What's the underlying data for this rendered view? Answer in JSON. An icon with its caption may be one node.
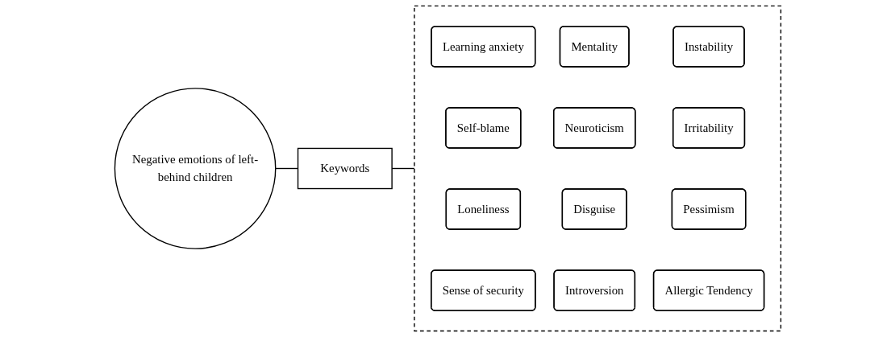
{
  "diagram": {
    "nodes": [
      {
        "text": [
          "Negative emotions of left-behind children"
        ]
      },
      {
        "text": [
          "Keywords"
        ]
      },
      {
        "text": [],
        "shape": "box"
      },
      {
        "text": [
          "Learning anxiety"
        ],
        "in": 2
      },
      {
        "text": [
          "Self-blame"
        ],
        "in": 2
      },
      {
        "text": [
          "Loneliness"
        ],
        "in": 2
      },
      {
        "text": [
          "Sense of security"
        ],
        "in": 2
      },
      {
        "text": [
          "Mentality"
        ],
        "in": 2
      },
      {
        "text": [
          "Neuroticism"
        ],
        "in": 2
      },
      {
        "text": [
          "Disguise"
        ],
        "in": 2
      },
      {
        "text": [
          "Introversion"
        ],
        "in": 2
      },
      {
        "text": [
          "Instability"
        ],
        "in": 2
      },
      {
        "text": [
          "Irritability"
        ],
        "in": 2
      },
      {
        "text": [
          "Pessimism"
        ],
        "in": 2
      },
      {
        "text": [
          "Allergic Tendency"
        ],
        "in": 2
      }
    ],
    "edges": [
      {
        "from": 0,
        "to": 1,
        "arrow": "none"
      },
      {
        "from": 1,
        "to": 2,
        "arrow": "none"
      }
    ]
  }
}
